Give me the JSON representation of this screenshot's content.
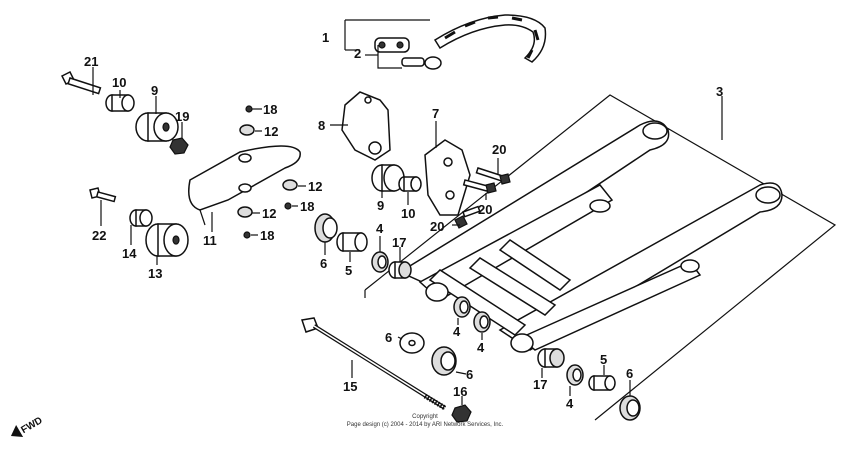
{
  "callouts": [
    {
      "id": "c1",
      "text": "1"
    },
    {
      "id": "c2",
      "text": "2"
    },
    {
      "id": "c3",
      "text": "3"
    },
    {
      "id": "c4a",
      "text": "4"
    },
    {
      "id": "c4b",
      "text": "4"
    },
    {
      "id": "c4c",
      "text": "4"
    },
    {
      "id": "c4d",
      "text": "4"
    },
    {
      "id": "c5a",
      "text": "5"
    },
    {
      "id": "c5b",
      "text": "5"
    },
    {
      "id": "c6a",
      "text": "6"
    },
    {
      "id": "c6b",
      "text": "6"
    },
    {
      "id": "c6c",
      "text": "6"
    },
    {
      "id": "c6d",
      "text": "6"
    },
    {
      "id": "c7",
      "text": "7"
    },
    {
      "id": "c8",
      "text": "8"
    },
    {
      "id": "c9a",
      "text": "9"
    },
    {
      "id": "c9b",
      "text": "9"
    },
    {
      "id": "c10a",
      "text": "10"
    },
    {
      "id": "c10b",
      "text": "10"
    },
    {
      "id": "c11",
      "text": "11"
    },
    {
      "id": "c12a",
      "text": "12"
    },
    {
      "id": "c12b",
      "text": "12"
    },
    {
      "id": "c12c",
      "text": "12"
    },
    {
      "id": "c13",
      "text": "13"
    },
    {
      "id": "c14",
      "text": "14"
    },
    {
      "id": "c15",
      "text": "15"
    },
    {
      "id": "c16",
      "text": "16"
    },
    {
      "id": "c17a",
      "text": "17"
    },
    {
      "id": "c17b",
      "text": "17"
    },
    {
      "id": "c18a",
      "text": "18"
    },
    {
      "id": "c18b",
      "text": "18"
    },
    {
      "id": "c18c",
      "text": "18"
    },
    {
      "id": "c19",
      "text": "19"
    },
    {
      "id": "c20a",
      "text": "20"
    },
    {
      "id": "c20b",
      "text": "20"
    },
    {
      "id": "c20c",
      "text": "20"
    },
    {
      "id": "c21",
      "text": "21"
    },
    {
      "id": "c22",
      "text": "22"
    }
  ],
  "copyright": {
    "line1": "Copyright",
    "line2": "Page design (c) 2004 - 2014 by ARI Network Services, Inc."
  },
  "fwd_label": "FWD"
}
